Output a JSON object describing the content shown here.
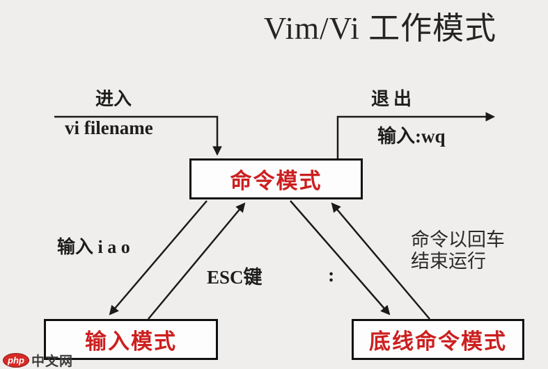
{
  "title": "Vim/Vi 工作模式",
  "colors": {
    "background": "#efeeec",
    "box_text_red": "#cc1f1f",
    "line": "#1a1a1a",
    "watermark_red": "#d52b27"
  },
  "boxes": {
    "command_mode": "命令模式",
    "insert_mode": "输入模式",
    "lastline_mode": "底线命令模式"
  },
  "labels": {
    "enter": "进入",
    "enter_command": "vi filename",
    "exit": "退出",
    "exit_command": "输入:wq",
    "to_insert": "输入 i a o",
    "esc_key": "ESC键",
    "colon": ":",
    "lastline_return_line1": "命令以回车",
    "lastline_return_line2": "结束运行"
  },
  "watermark": {
    "badge": "php",
    "site": "中文网"
  }
}
